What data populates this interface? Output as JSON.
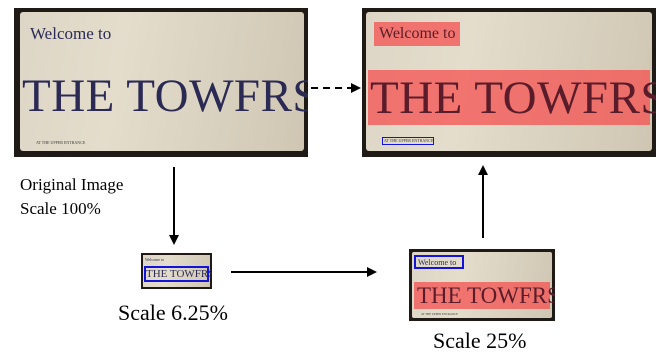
{
  "sign": {
    "welcome": "Welcome to",
    "title": "THE TOWFRS",
    "fine_print": "AT THE UPPER ENTRANCE"
  },
  "captions": {
    "original_line1": "Original Image",
    "original_line2": "Scale 100%",
    "scale_small": "Scale 6.25%",
    "scale_medium": "Scale 25%"
  },
  "colors": {
    "text_highlight": "#f55050",
    "detection_box": "#1414d8",
    "sign_ink": "#2b2a55"
  }
}
